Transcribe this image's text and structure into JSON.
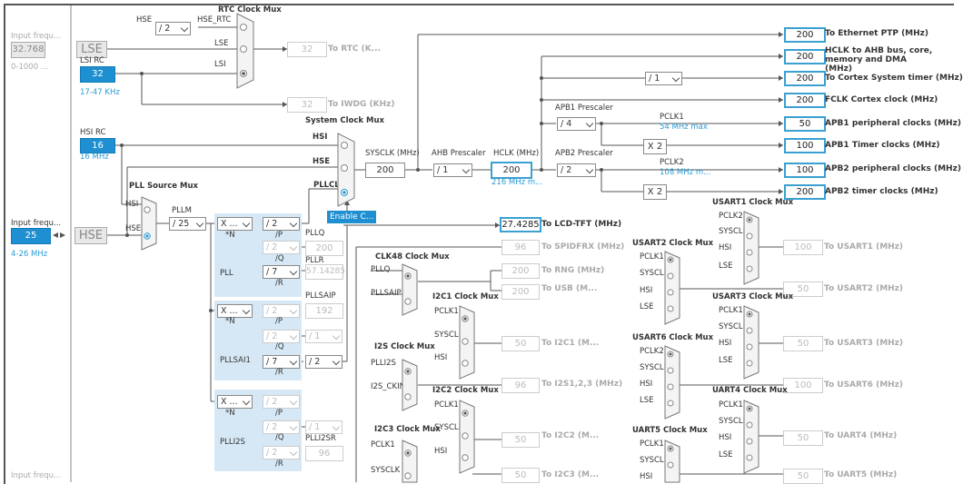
{
  "input_freq": {
    "label1": "Input frequ...",
    "value1": "32.768",
    "range1": "0-1000 ...",
    "label2": "Input frequ...",
    "value2": "25",
    "range2": "4-26 MHz",
    "label3": "Input frequ..."
  },
  "lse": {
    "label": "LSE"
  },
  "lsi": {
    "label": "LSI RC",
    "value": "32",
    "range": "17-47 KHz"
  },
  "hsi": {
    "label": "HSI RC",
    "value": "16",
    "range": "16 MHz"
  },
  "hse": {
    "label": "HSE"
  },
  "rtc": {
    "title": "RTC Clock Mux",
    "hse_div": "/ 2",
    "hse_lbl": "HSE",
    "hse_rtc": "HSE_RTC",
    "lse": "LSE",
    "lsi": "LSI",
    "value": "32",
    "to": "To RTC (K..."
  },
  "iwdg": {
    "value": "32",
    "to": "To IWDG (KHz)"
  },
  "sysmux": {
    "title": "System Clock Mux",
    "hsi": "HSI",
    "hse": "HSE",
    "pllclk": "PLLCLK",
    "enable": "Enable C..."
  },
  "sysclk": {
    "label": "SYSCLK (MHz)",
    "value": "200"
  },
  "ahb": {
    "label": "AHB Prescaler",
    "value": "/ 1"
  },
  "hclk": {
    "label": "HCLK (MHz)",
    "value": "200",
    "max": "216 MHz m..."
  },
  "apb1": {
    "label": "APB1 Prescaler",
    "value": "/ 4",
    "pclk": "PCLK1",
    "max": "54 MHz max",
    "x2": "X 2"
  },
  "apb2": {
    "label": "APB2 Prescaler",
    "value": "/ 2",
    "pclk": "PCLK2",
    "max": "108 MHz m...",
    "x2": "X 2"
  },
  "cortex_div": "/ 1",
  "outputs": [
    {
      "value": "200",
      "label": "To Ethernet PTP (MHz)"
    },
    {
      "value": "200",
      "label": "HCLK to AHB bus, core, memory and DMA (MHz)"
    },
    {
      "value": "200",
      "label": "To Cortex System timer (MHz)"
    },
    {
      "value": "200",
      "label": "FCLK Cortex clock (MHz)"
    },
    {
      "value": "50",
      "label": "APB1 peripheral clocks (MHz)"
    },
    {
      "value": "100",
      "label": "APB1 Timer clocks (MHz)"
    },
    {
      "value": "100",
      "label": "APB2 peripheral clocks (MHz)"
    },
    {
      "value": "200",
      "label": "APB2 timer clocks (MHz)"
    }
  ],
  "pllsrc": {
    "title": "PLL Source Mux",
    "hsi": "HSI",
    "hse": "HSE"
  },
  "pllm": {
    "label": "PLLM",
    "value": "/ 25"
  },
  "pll": {
    "label": "PLL",
    "n": "X ...",
    "n_lbl": "*N",
    "p": "/ 2",
    "p_lbl": "/P",
    "q": "/ 2",
    "q_lbl": "/Q",
    "r": "/ 7",
    "r_lbl": "/R",
    "pllq": "PLLQ",
    "pllq_val": "200",
    "pllr": "PLLR",
    "pllr_val": "57.14285"
  },
  "pllsai1": {
    "label": "PLLSAI1",
    "n": "X ...",
    "n_lbl": "*N",
    "p": "/ 2",
    "p_lbl": "/P",
    "q": "/ 2",
    "q_lbl": "/Q",
    "r": "/ 7",
    "r_lbl": "/R",
    "pllsaip": "PLLSAIP",
    "pllsaip_val": "192",
    "div_q": "/ 1",
    "div_r": "/ 2"
  },
  "plli2s": {
    "label": "PLLI2S",
    "n": "X ...",
    "n_lbl": "*N",
    "p": "/ 2",
    "p_lbl": "/P",
    "q": "/ 2",
    "q_lbl": "/Q",
    "r": "/ 2",
    "r_lbl": "/R",
    "div_q": "/ 1",
    "plli2sr": "PLLI2SR",
    "plli2sr_val": "96"
  },
  "lcd": {
    "value": "27.4285",
    "label": "To LCD-TFT (MHz)"
  },
  "spdif": {
    "value": "96",
    "label": "To SPIDFRX (MHz)"
  },
  "clk48": {
    "title": "CLK48 Clock Mux",
    "in1": "PLLQ",
    "in2": "PLLSAIP",
    "rng_val": "200",
    "rng": "To RNG (MHz)",
    "usb_val": "200",
    "usb": "To USB (M..."
  },
  "i2c1": {
    "title": "I2C1 Clock Mux",
    "in1": "PCLK1",
    "in2": "SYSCLK",
    "in3": "HSI",
    "val": "50",
    "to": "To I2C1 (M..."
  },
  "i2s": {
    "title": "I2S Clock Mux",
    "in1": "PLLI2S",
    "in2": "I2S_CKIN",
    "val": "96",
    "to": "To I2S1,2,3 (MHz)"
  },
  "i2c2": {
    "title": "I2C2 Clock Mux",
    "in1": "PCLK1",
    "in2": "SYSCLK",
    "in3": "HSI",
    "val": "50",
    "to": "To I2C2 (M..."
  },
  "i2c3": {
    "title": "I2C3 Clock Mux",
    "in1": "PCLK1",
    "in2": "SYSCLK",
    "val": "50",
    "to": "To I2C3 (M..."
  },
  "usart1": {
    "title": "USART1 Clock Mux",
    "in1": "PCLK2",
    "in2": "SYSCLK",
    "in3": "HSI",
    "in4": "LSE",
    "val": "100",
    "to": "To USART1 (MHz)"
  },
  "usart2": {
    "title": "USART2 Clock Mux",
    "in1": "PCLK1",
    "in2": "SYSCLK",
    "in3": "HSI",
    "in4": "LSE",
    "val": "50",
    "to": "To USART2 (MHz)"
  },
  "usart3": {
    "title": "USART3 Clock Mux",
    "in1": "PCLK1",
    "in2": "SYSCLK",
    "in3": "HSI",
    "in4": "LSE",
    "val": "50",
    "to": "To USART3 (MHz)"
  },
  "usart6": {
    "title": "USART6 Clock Mux",
    "in1": "PCLK2",
    "in2": "SYSCLK",
    "in3": "HSI",
    "in4": "LSE",
    "val": "100",
    "to": "To USART6 (MHz)"
  },
  "uart4": {
    "title": "UART4 Clock Mux",
    "in1": "PCLK1",
    "in2": "SYSCLK",
    "in3": "HSI",
    "in4": "LSE",
    "val": "50",
    "to": "To UART4 (MHz)"
  },
  "uart5": {
    "title": "UART5 Clock Mux",
    "in1": "PCLK1",
    "in2": "SYSCLK",
    "in3": "HSI",
    "val": "50",
    "to": "To UART5 (MHz)"
  }
}
